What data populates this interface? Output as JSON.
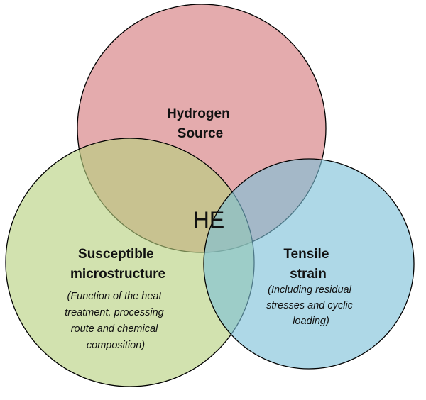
{
  "diagram": {
    "type": "venn",
    "circles": [
      {
        "id": "hydrogen",
        "color": "#d4787a",
        "opacity": 0.62,
        "title_lines": [
          "Hydrogen",
          "Source"
        ],
        "note_lines": []
      },
      {
        "id": "microstructure",
        "color": "#b6d07e",
        "opacity": 0.62,
        "title_lines": [
          "Susceptible",
          "microstructure"
        ],
        "note_lines": [
          "(Function of the heat",
          "treatment, processing",
          "route and chemical",
          "composition)"
        ]
      },
      {
        "id": "strain",
        "color": "#7cc0d8",
        "opacity": 0.62,
        "title_lines": [
          "Tensile",
          "strain"
        ],
        "note_lines": [
          "(Including residual",
          "stresses and cyclic",
          "loading)"
        ]
      }
    ],
    "intersection_label": "HE"
  }
}
